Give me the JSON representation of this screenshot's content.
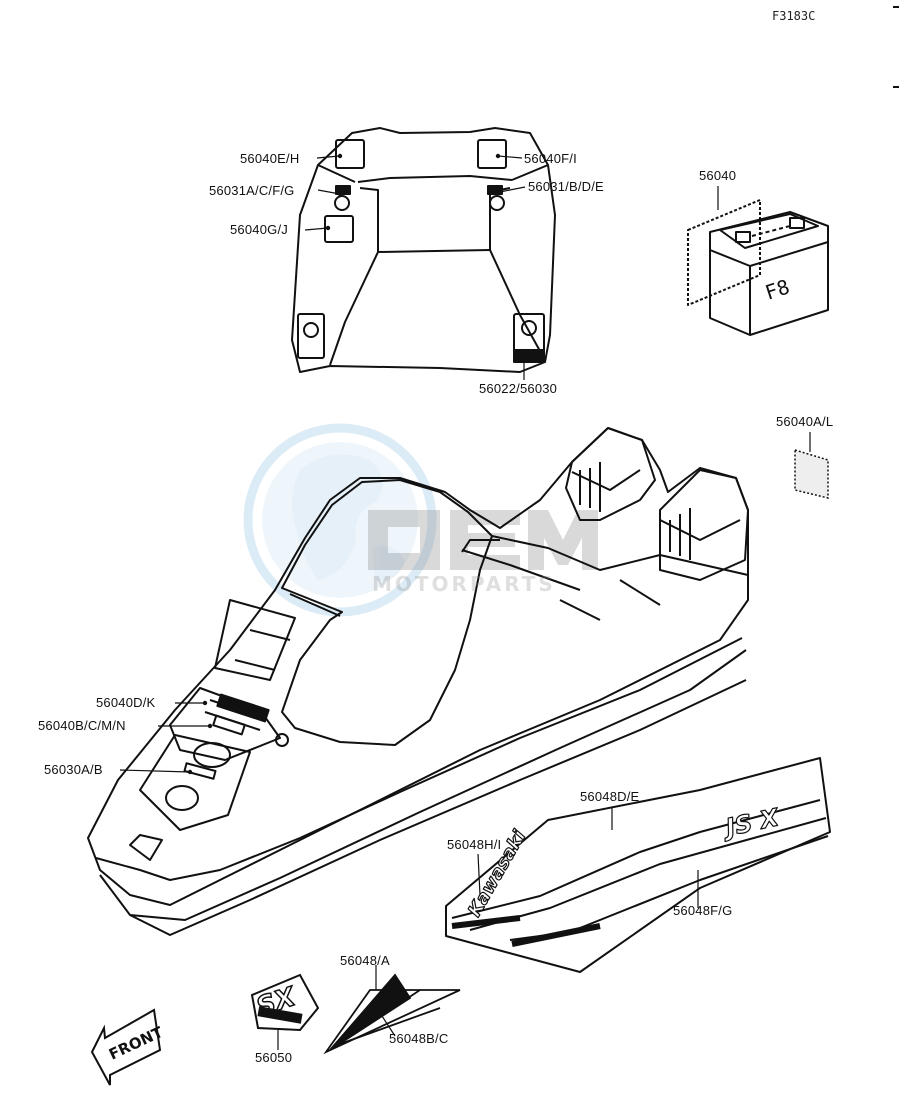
{
  "diagram_ref": "F3183C",
  "watermark": {
    "brand": "OEM",
    "sub": "MOTORPARTS"
  },
  "battery": {
    "label": "F8"
  },
  "front_arrow": {
    "label": "FRONT"
  },
  "decals": {
    "brand": "Kawasaki",
    "model": "SX",
    "model_big": "JS X"
  },
  "labels": {
    "l56040EH": "56040E/H",
    "l56040FI": "56040F/I",
    "l56031ACFG": "56031A/C/F/G",
    "l56031BDE": "56031/B/D/E",
    "l56040GJ": "56040G/J",
    "l56022": "56022/56030",
    "l56040": "56040",
    "l56040AL": "56040A/L",
    "l56040DK": "56040D/K",
    "l56040BCMN": "56040B/C/M/N",
    "l56030AB": "56030A/B",
    "l56048DE": "56048D/E",
    "l56048HI": "56048H/I",
    "l56048FG": "56048F/G",
    "l56048A": "56048/A",
    "l56050": "56050",
    "l56048BC": "56048B/C"
  }
}
